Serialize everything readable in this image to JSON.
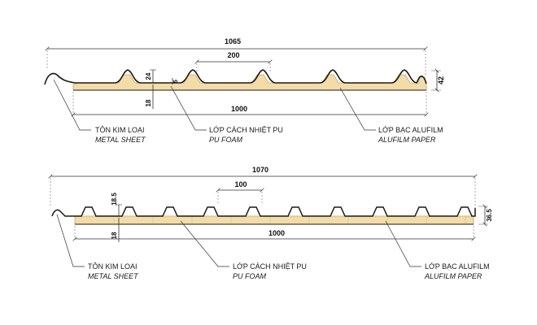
{
  "panels": [
    {
      "dims": {
        "total_width": "1065",
        "pitch": "200",
        "rib_height": "24",
        "minor": "5",
        "height": "42",
        "foam": "18",
        "effective_width": "1000"
      },
      "labels": [
        {
          "vi": "TÔN KIM LOẠI",
          "en": "METAL SHEET"
        },
        {
          "vi": "LỚP CÁCH NHIỆT PU",
          "en": "PU FOAM"
        },
        {
          "vi": "LỚP BẠC ALUFILM",
          "en": "ALUFILM PAPER"
        }
      ]
    },
    {
      "dims": {
        "total_width": "1070",
        "pitch": "100",
        "rib_height": "18.5",
        "height": "36.5",
        "foam": "18",
        "effective_width": "1000"
      },
      "labels": [
        {
          "vi": "TÔN KIM LOẠI",
          "en": "METAL SHEET"
        },
        {
          "vi": "LỚP CÁCH NHIỆT PU",
          "en": "PU FOAM"
        },
        {
          "vi": "LỚP BẠC ALUFILM",
          "en": "ALUFILM PAPER"
        }
      ]
    }
  ],
  "colors": {
    "foam": "#f3dca6",
    "foam_edge": "#c9a968",
    "line": "#1a1a1a",
    "dim_line": "#333333"
  }
}
